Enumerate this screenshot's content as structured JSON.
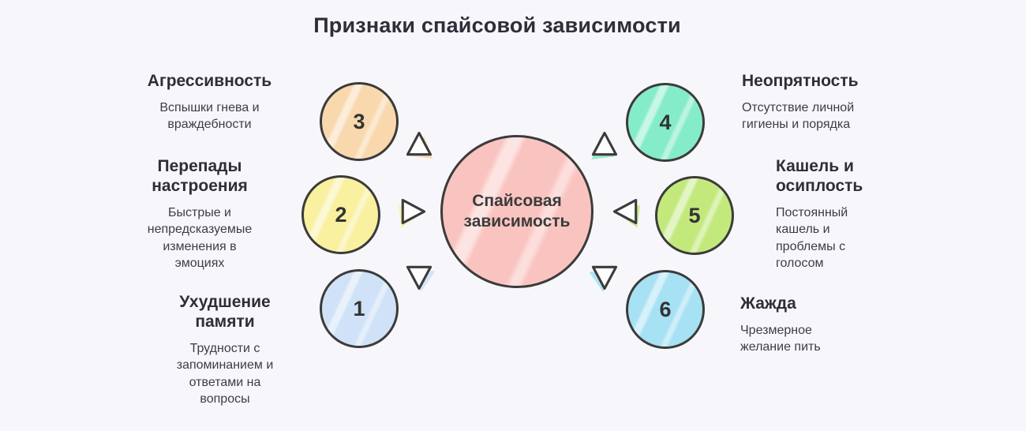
{
  "title": "Признаки спайсовой зависимости",
  "center_circle": {
    "label": "Спайсовая зависимость",
    "color": "#f9c4c0"
  },
  "nodes": [
    {
      "number": "1",
      "color": "#cfe2f7",
      "heading": "Ухудшение памяти",
      "description": "Трудности с запоминанием и ответами на вопросы"
    },
    {
      "number": "2",
      "color": "#f9f0a0",
      "heading": "Перепады настроения",
      "description": "Быстрые и непредсказуемые изменения в эмоциях"
    },
    {
      "number": "3",
      "color": "#f9d8ae",
      "heading": "Агрессивность",
      "description": "Вспышки гнева и враждебности"
    },
    {
      "number": "4",
      "color": "#85ecc9",
      "heading": "Неопрятность",
      "description": "Отсутствие личной гигиены и порядка"
    },
    {
      "number": "5",
      "color": "#c3e97d",
      "heading": "Кашель и осиплость",
      "description": "Постоянный кашель и проблемы с голосом"
    },
    {
      "number": "6",
      "color": "#a6e1f4",
      "heading": "Жажда",
      "description": "Чрезмерное желание пить"
    }
  ]
}
